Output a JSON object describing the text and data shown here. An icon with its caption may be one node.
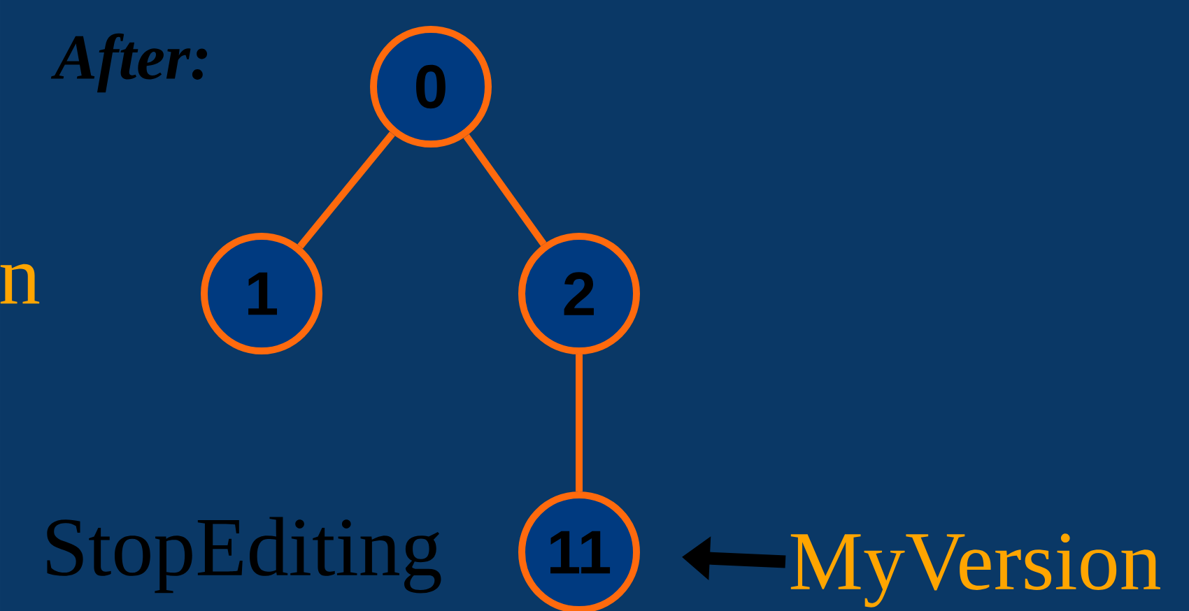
{
  "diagram": {
    "nodes": [
      {
        "text": [
          "0"
        ]
      },
      {
        "text": [
          "1"
        ]
      },
      {
        "text": [
          "2"
        ]
      },
      {
        "text": [
          "11"
        ]
      },
      {
        "text": [
          "MyVersion"
        ]
      }
    ],
    "edges": [
      {
        "from": 0,
        "to": 1,
        "arrow": "none"
      },
      {
        "from": 0,
        "to": 2,
        "arrow": "none"
      },
      {
        "from": 2,
        "to": 3,
        "arrow": "none"
      },
      {
        "from": 4,
        "to": 3,
        "arrow": "to",
        "style": "thick",
        "color": "#000000"
      }
    ],
    "labels": [
      "After:",
      "n",
      "StopEditing"
    ]
  }
}
